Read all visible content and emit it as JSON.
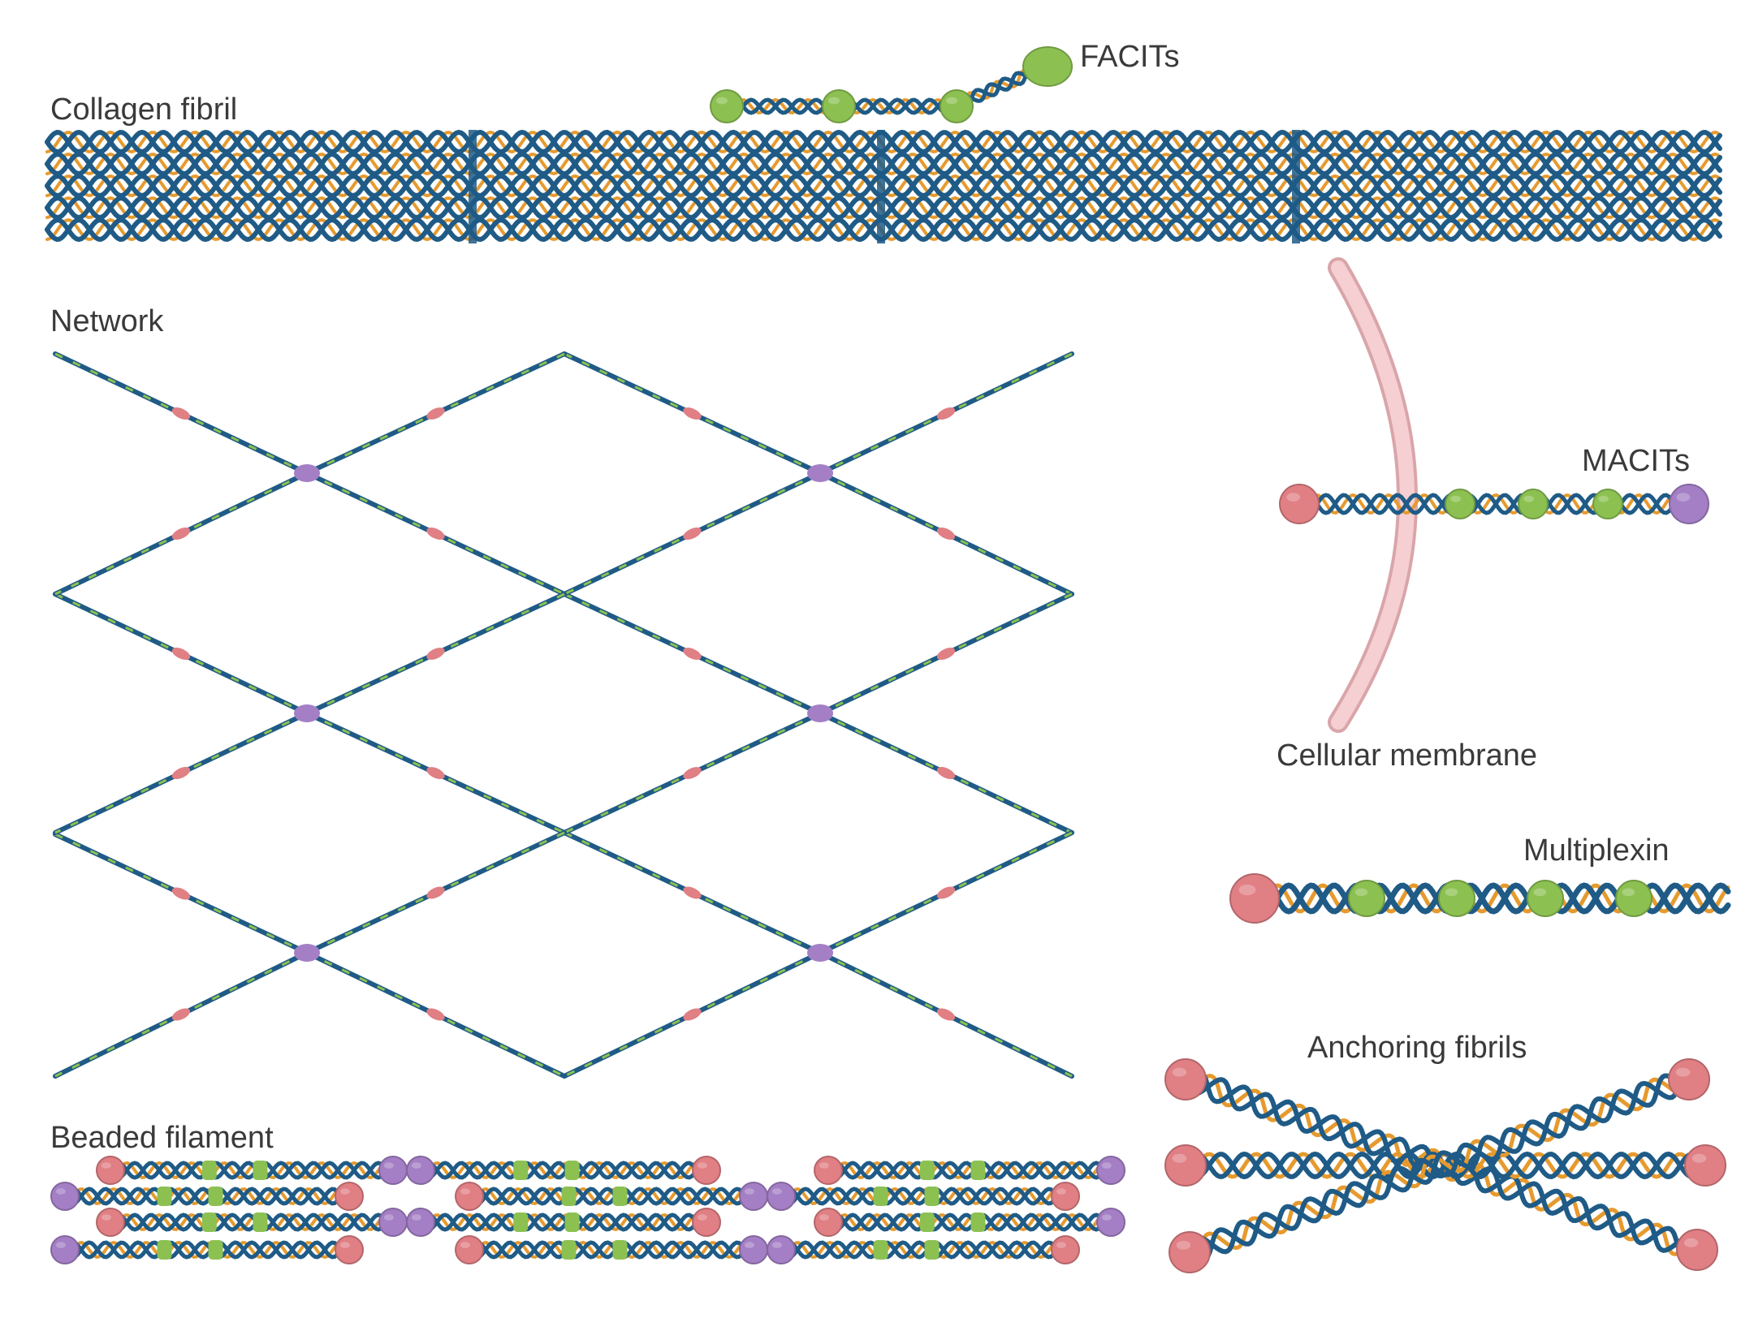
{
  "labels": {
    "collagen_fibril": "Collagen fibril",
    "facits": "FACITs",
    "network": "Network",
    "macits": "MACITs",
    "cellular_membrane": "Cellular membrane",
    "multiplexin": "Multiplexin",
    "anchoring_fibrils": "Anchoring fibrils",
    "beaded_filament": "Beaded filament"
  },
  "colors": {
    "strand_blue": "#1f5b86",
    "strand_orange": "#e69a2e",
    "domain_green": "#8cc152",
    "domain_pink": "#e07f84",
    "domain_purple": "#a47fc5",
    "membrane": "#f5cfd1",
    "label_text": "#3a3a3a"
  }
}
